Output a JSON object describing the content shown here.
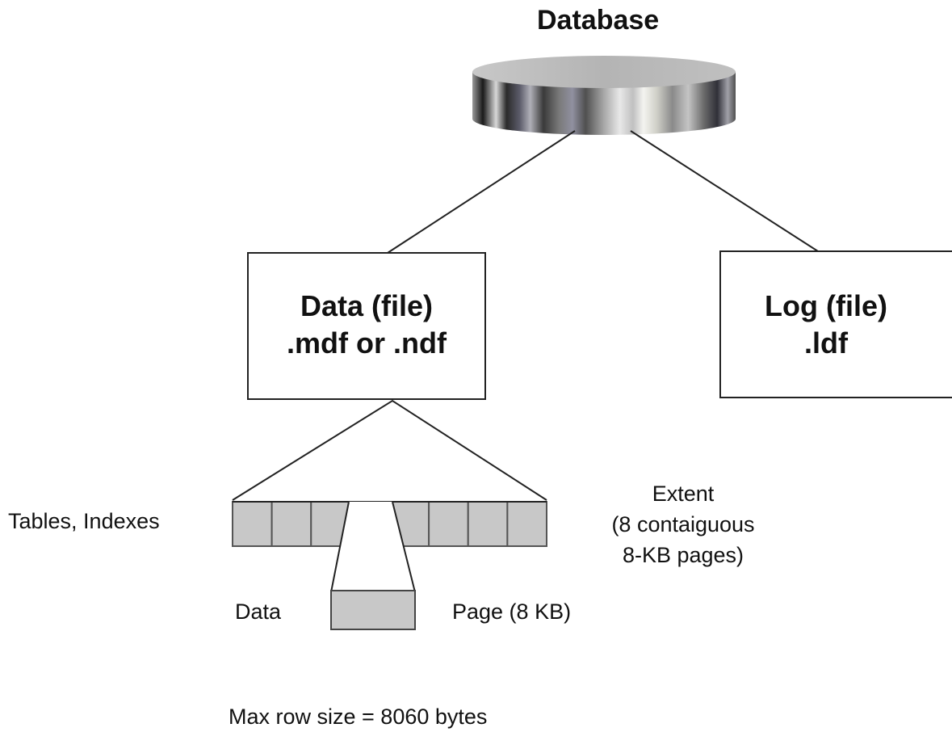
{
  "database": {
    "title": "Database"
  },
  "data_file": {
    "line1": "Data (file)",
    "line2": ".mdf or .ndf"
  },
  "log_file": {
    "line1": "Log (file)",
    "line2": ".ldf"
  },
  "extent": {
    "left_label": "Tables, Indexes",
    "right_line1": "Extent",
    "right_line2": "(8 contaiguous",
    "right_line3": "8-KB pages)",
    "page_count": 8,
    "page_fill": "#c8c8c8"
  },
  "page": {
    "left_label": "Data",
    "right_label": "Page (8 KB)"
  },
  "footer": {
    "note": "Max row size = 8060 bytes"
  }
}
